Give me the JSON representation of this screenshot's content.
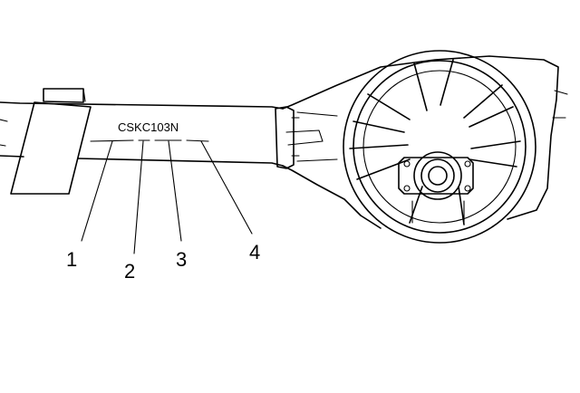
{
  "stamp": {
    "code": "CSKC103N"
  },
  "callouts": [
    {
      "id": "1",
      "label": "1"
    },
    {
      "id": "2",
      "label": "2"
    },
    {
      "id": "3",
      "label": "3"
    },
    {
      "id": "4",
      "label": "4"
    }
  ]
}
